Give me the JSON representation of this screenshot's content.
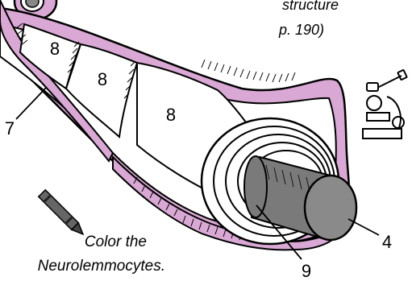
{
  "ref_note": {
    "line1": "structure",
    "line2": "p. 190)"
  },
  "labels": {
    "neurolemmocyte_1": "8",
    "neurolemmocyte_2": "8",
    "neurolemmocyte_3": "8",
    "endoneurium": "7",
    "axon": "4",
    "myelin_sheath": "9"
  },
  "instruction": {
    "line1": "Color the",
    "line2": "Neurolemmocytes."
  },
  "icons": [
    "crayon-icon",
    "microscope-icon"
  ],
  "colors": {
    "membrane_fill": "#d9a8d4",
    "axon_fill": "#7a7a7a",
    "axon_end_fill": "#8a8a8a",
    "line_color": "#000000"
  }
}
